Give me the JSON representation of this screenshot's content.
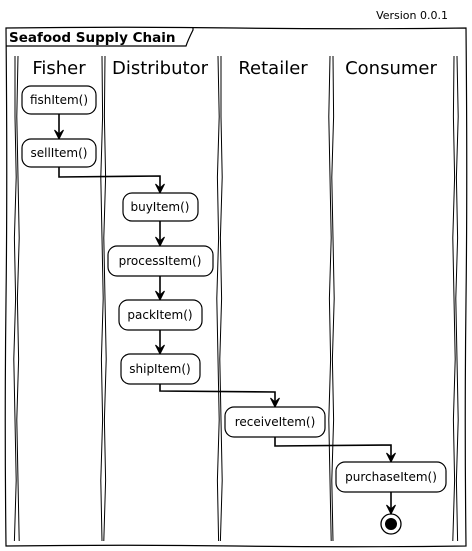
{
  "version": "Version 0.0.1",
  "title": "Seafood Supply Chain",
  "lanes": [
    "Fisher",
    "Distributor",
    "Retailer",
    "Consumer"
  ],
  "activities": [
    {
      "label": "fishItem()",
      "lane": 0
    },
    {
      "label": "sellItem()",
      "lane": 0
    },
    {
      "label": "buyItem()",
      "lane": 1
    },
    {
      "label": "processItem()",
      "lane": 1
    },
    {
      "label": "packItem()",
      "lane": 1
    },
    {
      "label": "shipItem()",
      "lane": 1
    },
    {
      "label": "receiveItem()",
      "lane": 2
    },
    {
      "label": "purchaseItem()",
      "lane": 3
    }
  ],
  "colors": {
    "stroke": "#000000",
    "fill": "#ffffff"
  }
}
